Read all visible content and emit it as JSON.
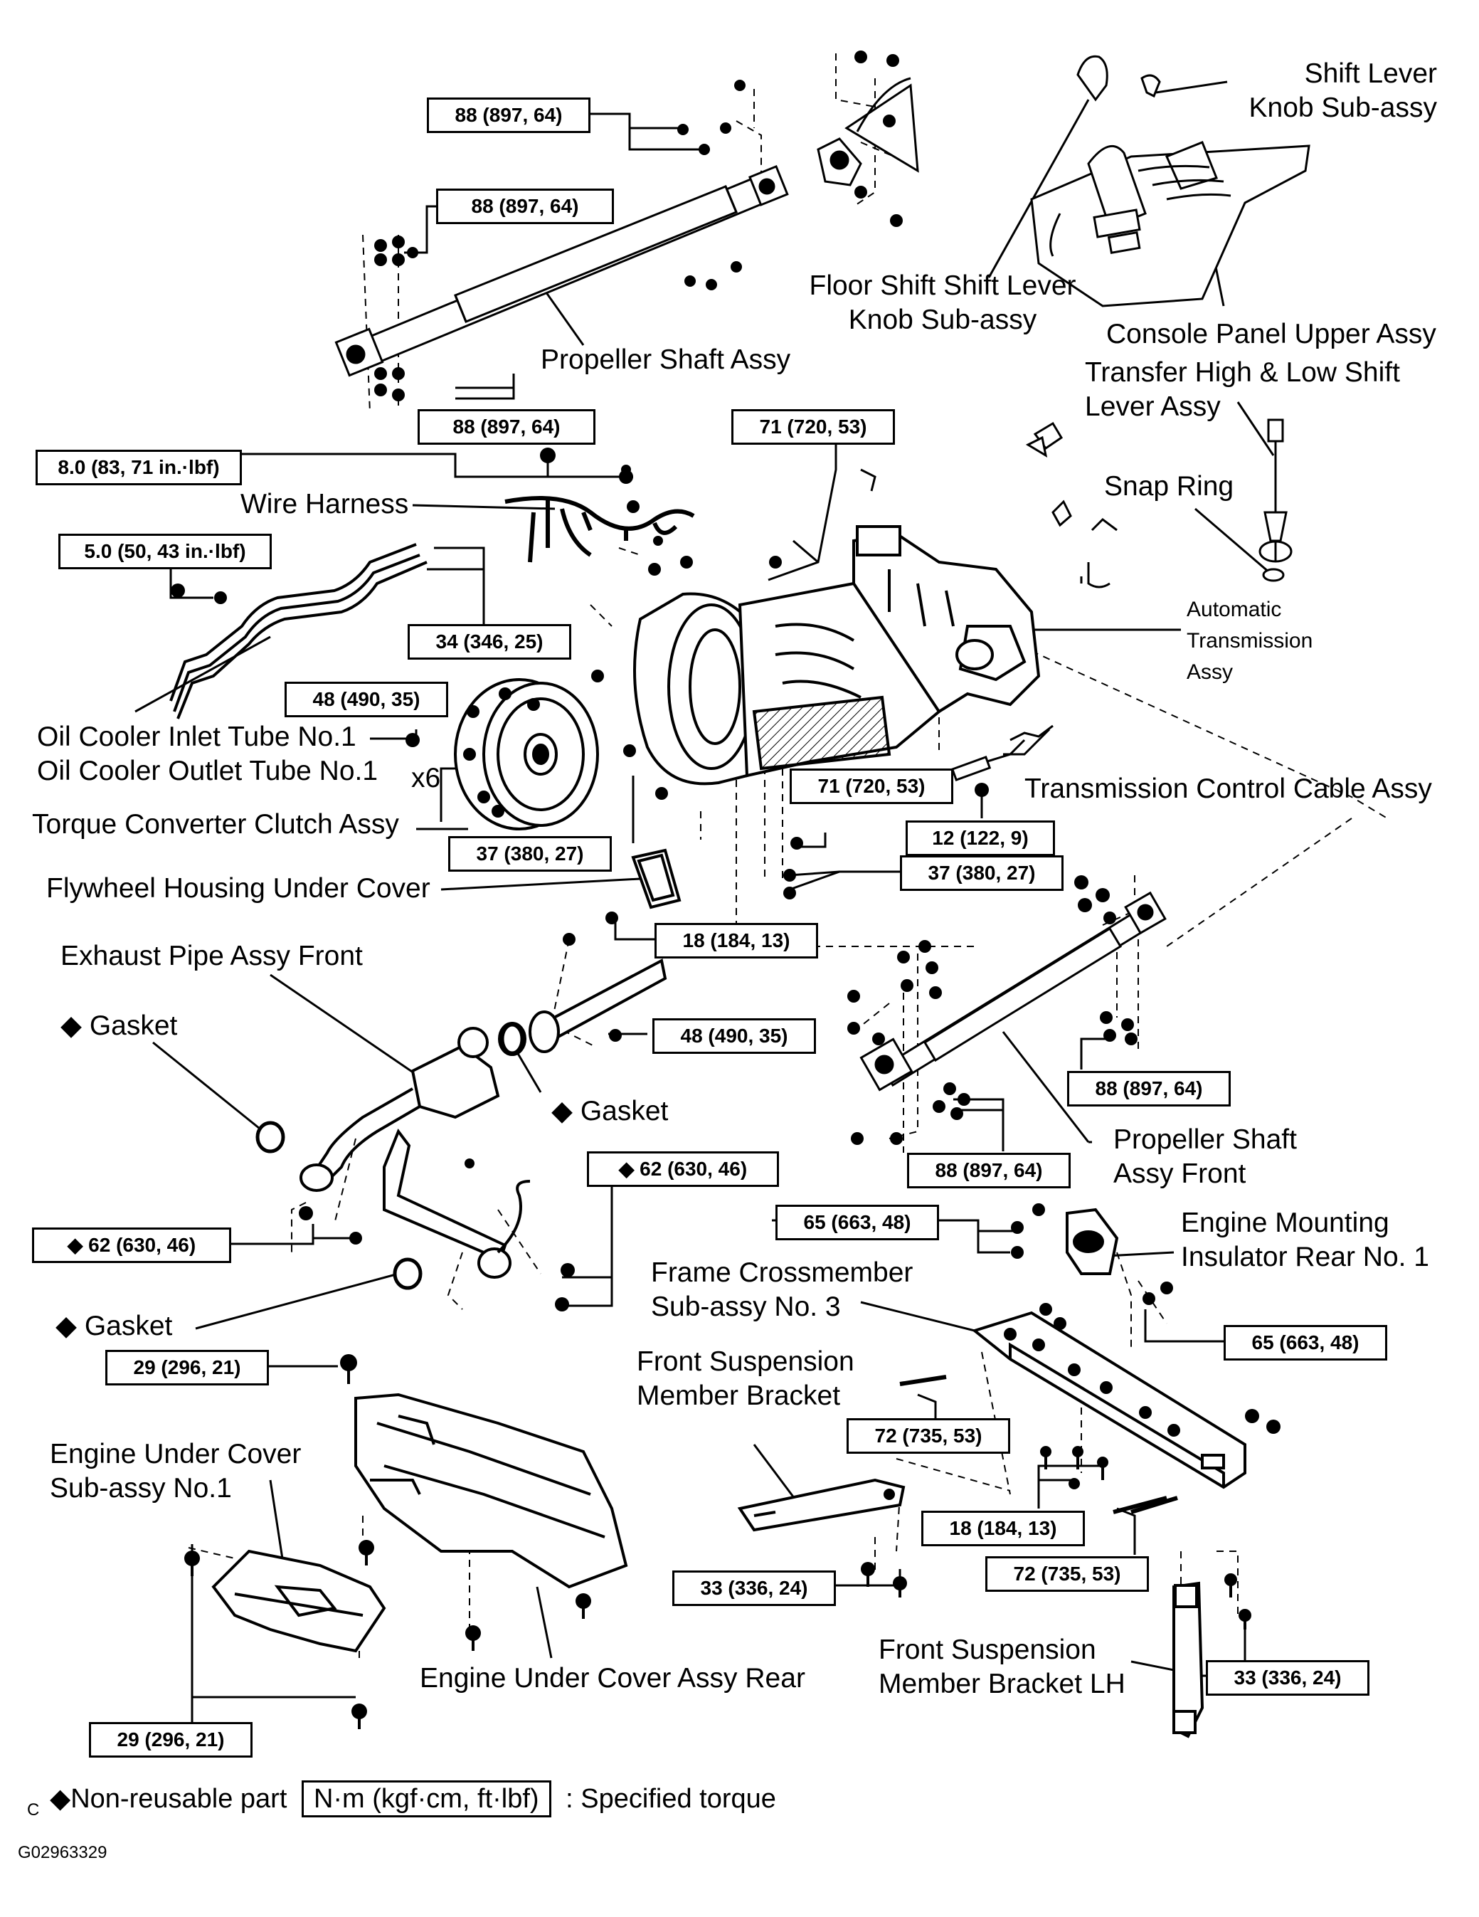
{
  "labels": {
    "shift_knob": "Shift Lever\nKnob Sub-assy",
    "floor_shift": "Floor Shift Shift Lever\nKnob Sub-assy",
    "console_panel": "Console Panel Upper Assy",
    "transfer_lever": "Transfer High & Low Shift\nLever Assy",
    "snap_ring": "Snap Ring",
    "propeller_shaft": "Propeller Shaft Assy",
    "wire_harness": "Wire Harness",
    "auto_trans": "Automatic\nTransmission\nAssy",
    "oil_cooler": "Oil Cooler Inlet Tube No.1\nOil Cooler Outlet Tube No.1",
    "x6": "x6",
    "trans_cable": "Transmission Control Cable Assy",
    "torque_converter": "Torque Converter Clutch Assy",
    "flywheel_cover": "Flywheel Housing Under Cover",
    "exhaust_pipe": "Exhaust Pipe Assy Front",
    "gasket_1": "◆ Gasket",
    "gasket_2": "◆ Gasket",
    "gasket_3": "◆ Gasket",
    "prop_front": "Propeller Shaft\nAssy Front",
    "engine_mount": "Engine Mounting\nInsulator Rear No. 1",
    "frame_cross": "Frame Crossmember\nSub-assy No. 3",
    "front_susp_bracket": "Front Suspension\nMember Bracket",
    "engine_under_cover": "Engine Under Cover\nSub-assy No.1",
    "engine_under_rear": "Engine Under Cover Assy Rear",
    "front_susp_lh": "Front Suspension\nMember Bracket LH"
  },
  "torques": {
    "t1": "88 (897, 64)",
    "t2": "88 (897, 64)",
    "t3": "88 (897, 64)",
    "t4": "71 (720, 53)",
    "t5": "8.0 (83, 71 in.·lbf)",
    "t6": "5.0 (50, 43 in.·lbf)",
    "t7": "34 (346, 25)",
    "t8": "48 (490, 35)",
    "t9": "71 (720, 53)",
    "t10": "12 (122, 9)",
    "t11": "37 (380, 27)",
    "t12": "37 (380, 27)",
    "t13": "18 (184, 13)",
    "t14": "48 (490, 35)",
    "t15": "88 (897, 64)",
    "t16": "88 (897, 64)",
    "t17": "◆ 62 (630, 46)",
    "t18": "◆ 62 (630, 46)",
    "t19": "65 (663, 48)",
    "t20": "65 (663, 48)",
    "t21": "29 (296, 21)",
    "t22": "72 (735, 53)",
    "t23": "18 (184, 13)",
    "t24": "72 (735, 53)",
    "t25": "33 (336, 24)",
    "t26": "33 (336, 24)",
    "t27": "29 (296, 21)"
  },
  "legend": {
    "nonreusable": "◆Non-reusable part",
    "unit_box": "N·m (kgf·cm, ft·lbf)",
    "specified": ": Specified torque"
  },
  "footer": {
    "letter": "C",
    "code": "G02963329"
  }
}
